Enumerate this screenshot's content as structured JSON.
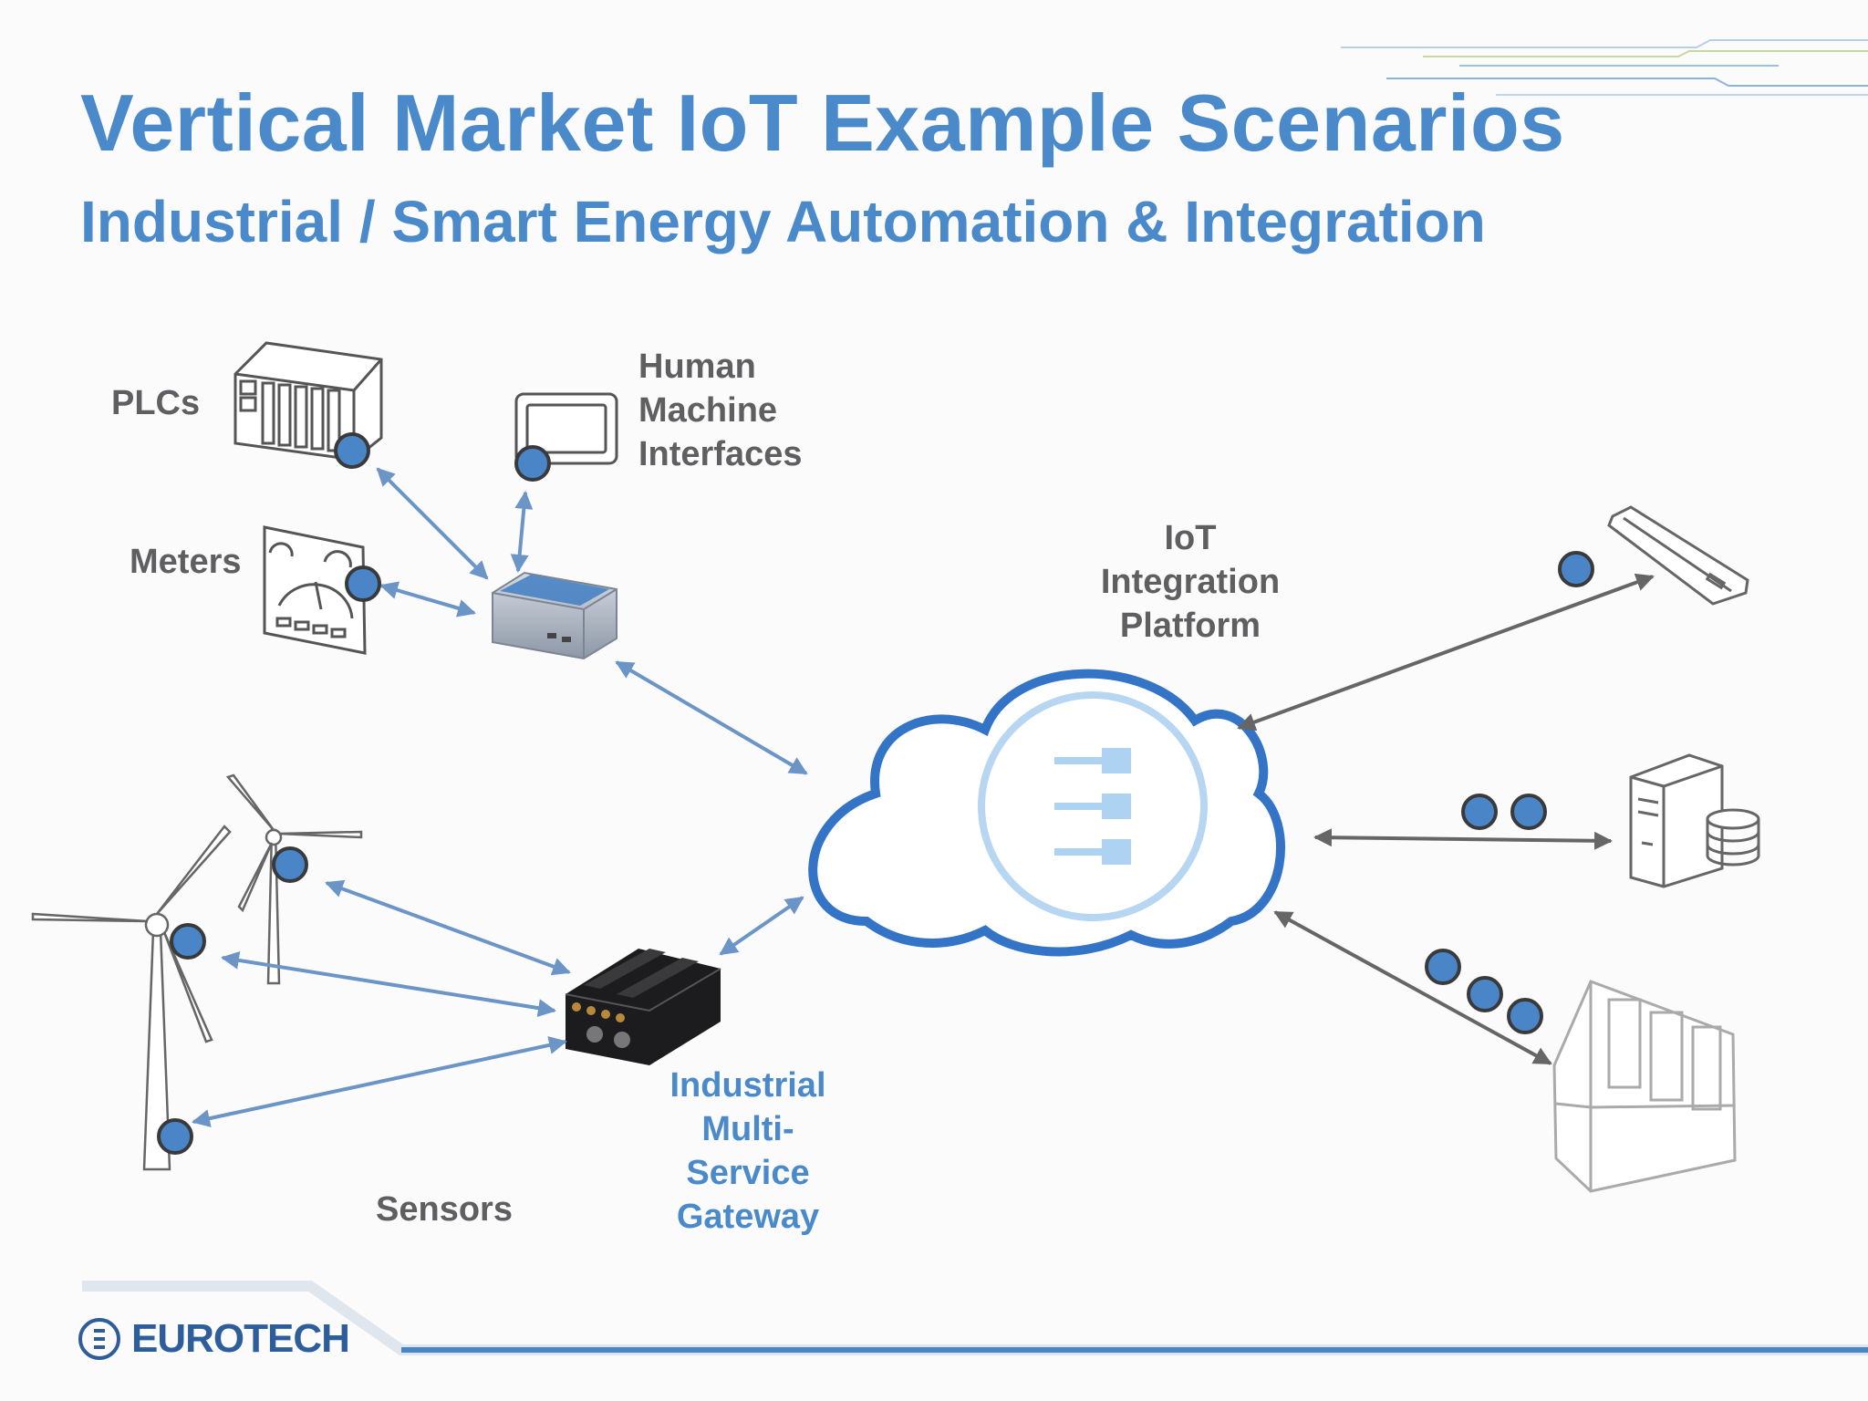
{
  "header": {
    "title": "Vertical Market IoT Example Scenarios",
    "subtitle": "Industrial / Smart Energy Automation & Integration"
  },
  "nodes": {
    "plcs": "PLCs",
    "meters": "Meters",
    "hmi": [
      "Human",
      "Machine",
      "Interfaces"
    ],
    "platform": [
      "IoT",
      "Integration",
      "Platform"
    ],
    "sensors": "Sensors",
    "gateway": [
      "Industrial",
      "Multi-",
      "Service",
      "Gateway"
    ]
  },
  "footer": {
    "logo_text": "EUROTECH"
  },
  "colors": {
    "brand_blue": "#4a8acb",
    "dot_fill": "#4a86c7",
    "arrow_blue": "#6b95c6",
    "arrow_gray": "#666666",
    "cloud_stroke": "#3474c6"
  }
}
